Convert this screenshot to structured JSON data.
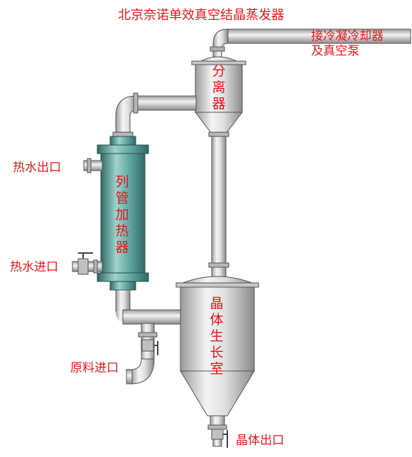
{
  "title": "北京奈诺单效真空结晶蒸发器",
  "labels": {
    "condenser": "接冷凝冷却器\n及真空泵",
    "separator": "分离器",
    "heater": "列管加热器",
    "hot_water_out": "热水出口",
    "hot_water_in": "热水进口",
    "crystal_chamber": "晶体生长室",
    "feed_in": "原料进口",
    "crystal_out": "晶体出口"
  },
  "colors": {
    "label_red": "#e8161b",
    "steel_light": "#f2f2f2",
    "steel_dark": "#8c8c8c",
    "heater_teal": "#4a8f8a",
    "pipe_outline": "#555555"
  }
}
